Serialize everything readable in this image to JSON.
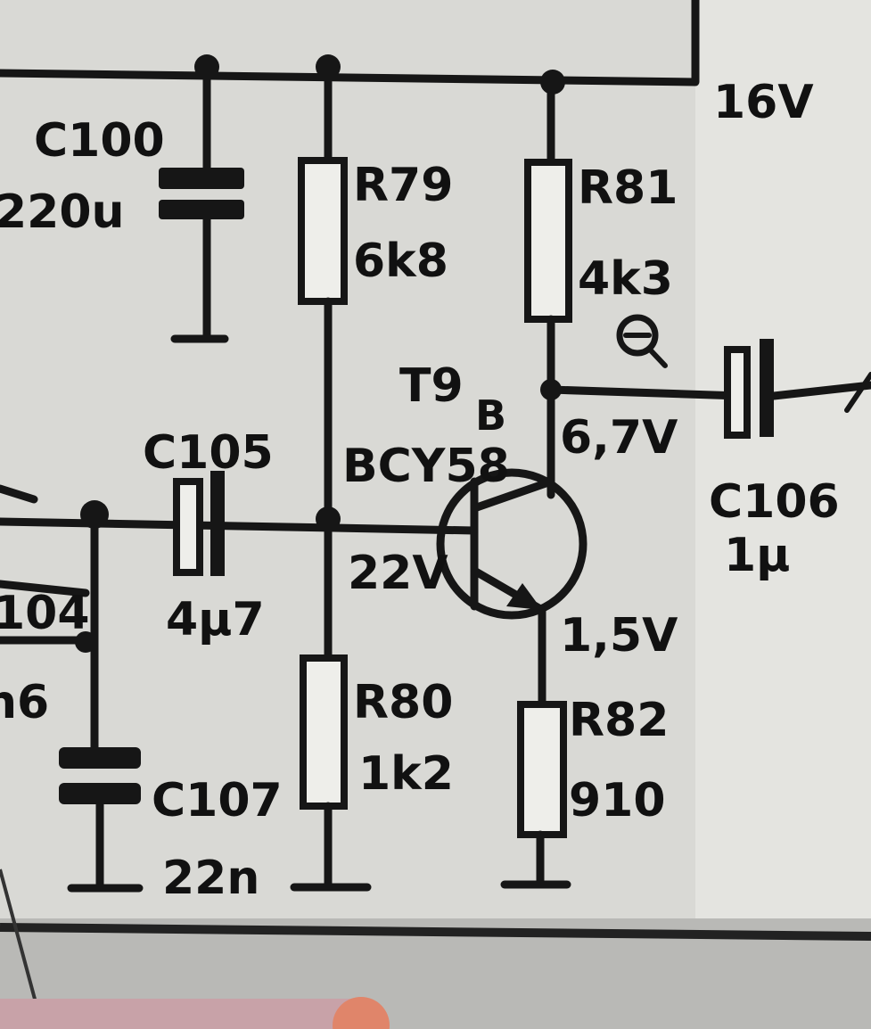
{
  "components": {
    "c100": {
      "ref": "C100",
      "value": "220u"
    },
    "r79": {
      "ref": "R79",
      "value": "6k8"
    },
    "r81": {
      "ref": "R81",
      "value": "4k3"
    },
    "t9": {
      "ref": "T9",
      "pin": "B",
      "type": "BCY58"
    },
    "c105": {
      "ref": "C105",
      "value": "4µ7"
    },
    "c106": {
      "ref": "C106",
      "value": "1µ"
    },
    "r80": {
      "ref": "R80",
      "value": "1k2"
    },
    "r82": {
      "ref": "R82",
      "value": "910"
    },
    "c107": {
      "ref": "C107",
      "value": "22n"
    },
    "c104": {
      "ref": "104",
      "value": "n6"
    }
  },
  "voltages": {
    "supply": "16V",
    "collector": "6,7V",
    "base": "22V",
    "emitter": "1,5V"
  },
  "colors": {
    "paper": "#d6d6d2",
    "ink": "#161616",
    "screen_bar": "#c8a2a8",
    "indicator": "#e0856a"
  }
}
